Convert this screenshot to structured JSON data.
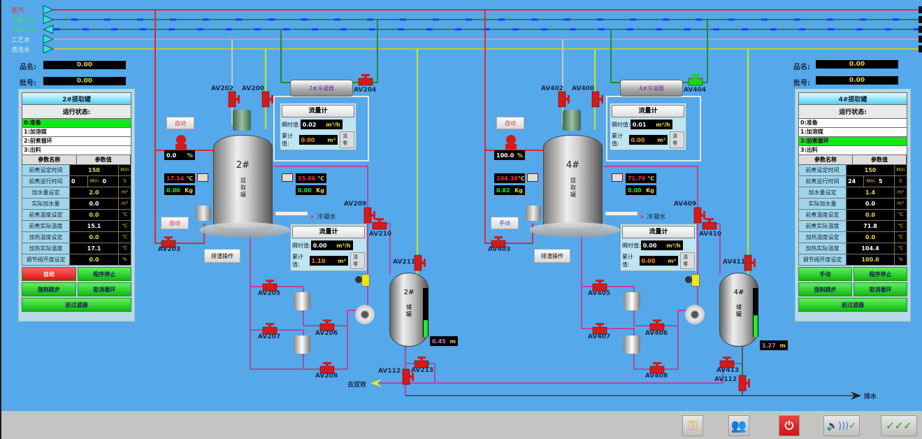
{
  "pipelines": [
    {
      "label": "蒸汽",
      "color": "#e02a2a",
      "label_color": "#e83030"
    },
    {
      "label": "冷却上水",
      "color": "#1f8a3c",
      "label_color": "#2ee86a"
    },
    {
      "label": "冷却下水",
      "color": "#1f8a3c",
      "label_color": "#2ee86a"
    },
    {
      "label": "工艺水",
      "color": "#c8a2a2",
      "label_color": "#d8eef8"
    },
    {
      "label": "清洗水",
      "color": "#c8c81a",
      "label_color": "#d8eef8"
    }
  ],
  "left": {
    "product_name_label": "品名:",
    "product_name_value": "0.00",
    "batch_label": "批号:",
    "batch_value": "0.00",
    "panel": {
      "title": "2#提取罐",
      "status_label": "运行状态:",
      "steps": [
        {
          "label": "0:准备",
          "active": true
        },
        {
          "label": "1:加溶媒",
          "active": false
        },
        {
          "label": "2:前煮循环",
          "active": false
        },
        {
          "label": "3:出料",
          "active": false
        }
      ],
      "col_name": "参数名称",
      "col_value": "参数值",
      "params": [
        {
          "name": "前煮设定时间",
          "value": "150",
          "unit": "Min",
          "hl": true
        },
        {
          "name": "前煮运行时间",
          "value": "0",
          "value2": "0",
          "unit": "Min",
          "unit2": "S",
          "split": true
        },
        {
          "name": "加水量设定",
          "value": "2.0",
          "unit": "m³",
          "hl": true
        },
        {
          "name": "实际加水量",
          "value": "0.0",
          "unit": "m³"
        },
        {
          "name": "前煮温度设定",
          "value": "0.0",
          "unit": "℃",
          "hl": true
        },
        {
          "name": "前煮实际温度",
          "value": "15.1",
          "unit": "℃"
        },
        {
          "name": "加热温度设定",
          "value": "0.0",
          "unit": "℃",
          "hl": true
        },
        {
          "name": "加热实际温度",
          "value": "17.1",
          "unit": "℃"
        },
        {
          "name": "调节阀开度设定",
          "value": "0.0",
          "unit": "%",
          "hl": true
        }
      ],
      "buttons": {
        "mode": "自动",
        "stop": "程序停止",
        "force": "强制跳步",
        "cancel": "取消循环",
        "filter": "前过滤器"
      }
    }
  },
  "right": {
    "product_name_label": "品名:",
    "product_name_value": "0.00",
    "batch_label": "批号:",
    "batch_value": "0.00",
    "panel": {
      "title": "4#提取罐",
      "status_label": "运行状态:",
      "steps": [
        {
          "label": "0:准备",
          "active": false
        },
        {
          "label": "1:加溶媒",
          "active": false
        },
        {
          "label": "2:前煮循环",
          "active": true
        },
        {
          "label": "3:出料",
          "active": false
        }
      ],
      "col_name": "参数名称",
      "col_value": "参数值",
      "params": [
        {
          "name": "前煮设定时间",
          "value": "150",
          "unit": "Min",
          "hl": true
        },
        {
          "name": "前煮运行时间",
          "value": "24",
          "value2": "5",
          "unit": "Min",
          "unit2": "S",
          "split": true
        },
        {
          "name": "加水量设定",
          "value": "1.4",
          "unit": "m³",
          "hl": true
        },
        {
          "name": "实际加水量",
          "value": "0.0",
          "unit": "m³"
        },
        {
          "name": "前煮温度设定",
          "value": "0.0",
          "unit": "℃",
          "hl": true
        },
        {
          "name": "前煮实际温度",
          "value": "71.8",
          "unit": "℃"
        },
        {
          "name": "加热温度设定",
          "value": "0.0",
          "unit": "℃",
          "hl": true
        },
        {
          "name": "加热实际温度",
          "value": "104.4",
          "unit": "℃"
        },
        {
          "name": "调节阀开度设定",
          "value": "100.0",
          "unit": "%",
          "hl": true
        }
      ],
      "buttons": {
        "mode": "手动",
        "stop": "程序停止",
        "force": "强制跳步",
        "cancel": "取消循环",
        "filter": "前过滤器"
      }
    }
  },
  "unit2": {
    "tank_label": "2#",
    "tank_name": "提取罐",
    "condenser": "2#冷凝器",
    "mode_top": "自动",
    "valve_pct": "0.0",
    "pct_unit": "%",
    "temp_left": "17.14",
    "weight_left": "0.00",
    "temp_right": "15.06",
    "weight_right": "0.00",
    "temp_unit": "℃",
    "weight_unit": "Kg",
    "mode_bottom": "自动",
    "slag_btn": "排渣操作",
    "condensate": "冷凝水",
    "fm1": {
      "title": "流量计",
      "inst_label": "瞬时值:",
      "inst": "0.02",
      "inst_unit": "m³/h",
      "acc_label": "累计值:",
      "acc": "0.00",
      "acc_unit": "m³",
      "clear": "清零"
    },
    "fm2": {
      "title": "流量计",
      "inst_label": "瞬时值:",
      "inst": "0.00",
      "inst_unit": "m³/h",
      "acc_label": "累计值:",
      "acc": "1.10",
      "acc_unit": "m³",
      "clear": "清零"
    },
    "storage_label": "2#",
    "storage_name": "储罐",
    "level": "0.45",
    "level_unit": "m",
    "level_fraction": 0.35,
    "valves": [
      "AV202",
      "AV200",
      "AV204",
      "AV203",
      "AV209",
      "AV210",
      "AV211",
      "AV205",
      "AV206",
      "AV207",
      "AV208",
      "AV213",
      "AV112"
    ],
    "recovery": "去双效"
  },
  "unit4": {
    "tank_label": "4#",
    "tank_name": "提取罐",
    "condenser": "4#冷凝器",
    "mode_top": "自动",
    "valve_pct": "100.0",
    "pct_unit": "%",
    "temp_left": "104.38",
    "weight_left": "0.82",
    "temp_right": "71.79",
    "weight_right": "0.00",
    "temp_unit": "℃",
    "weight_unit": "Kg",
    "mode_bottom": "手动",
    "slag_btn": "排渣操作",
    "condensate": "冷凝水",
    "fm1": {
      "title": "流量计",
      "inst_label": "瞬时值:",
      "inst": "0.01",
      "inst_unit": "m³/h",
      "acc_label": "累计值:",
      "acc": "0.00",
      "acc_unit": "m³",
      "clear": "清零"
    },
    "fm2": {
      "title": "流量计",
      "inst_label": "瞬时值:",
      "inst": "0.00",
      "inst_unit": "m³/h",
      "acc_label": "累计值:",
      "acc": "0.00",
      "acc_unit": "m³",
      "clear": "清零"
    },
    "storage_label": "4#",
    "storage_name": "储罐",
    "level": "1.27",
    "level_unit": "m",
    "level_fraction": 0.45,
    "valves": [
      "AV402",
      "AV400",
      "AV404",
      "AV403",
      "AV409",
      "AV410",
      "AV411",
      "AV405",
      "AV406",
      "AV407",
      "AV408",
      "AV413",
      "AV112"
    ],
    "drain": "排水"
  },
  "toolbar": [
    {
      "name": "login-key-icon"
    },
    {
      "name": "user-switch-icon"
    },
    {
      "name": "power-icon"
    },
    {
      "name": "alarm-ack-icon"
    },
    {
      "name": "confirm-all-icon"
    }
  ],
  "colors": {
    "background": "#55a8ea",
    "steam": "#e02a2a",
    "cooling": "#1f8a3c",
    "process_water": "#c8a2a2",
    "wash_water": "#c8c81a",
    "material": "#b2489c",
    "drain": "#555555"
  }
}
